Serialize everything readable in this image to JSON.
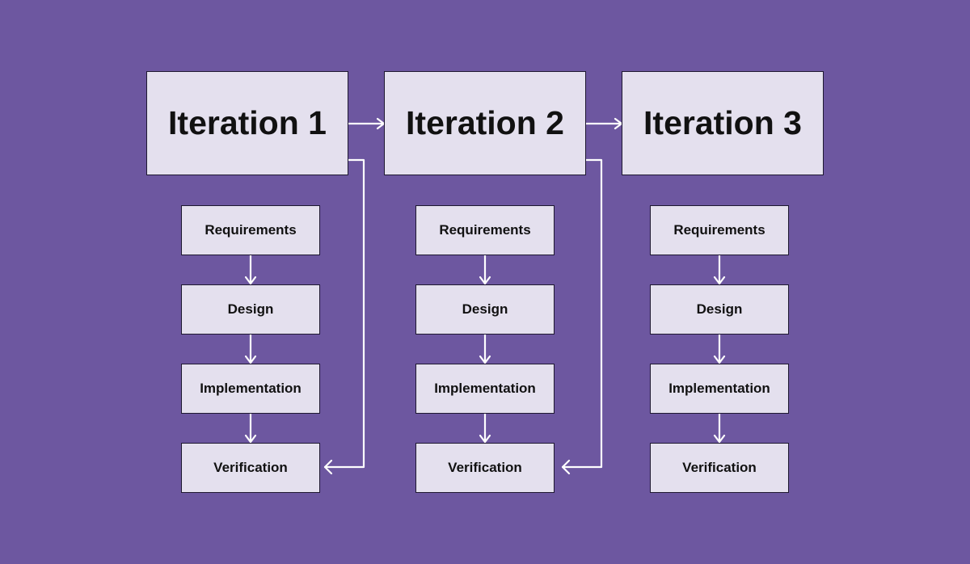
{
  "colors": {
    "background": "#6d57a0",
    "box_fill": "#e4e0ee",
    "box_border": "#1e1830",
    "arrow": "#ffffff",
    "text": "#111111"
  },
  "iterations": [
    {
      "title": "Iteration 1",
      "steps": [
        "Requirements",
        "Design",
        "Implementation",
        "Verification"
      ]
    },
    {
      "title": "Iteration 2",
      "steps": [
        "Requirements",
        "Design",
        "Implementation",
        "Verification"
      ]
    },
    {
      "title": "Iteration 3",
      "steps": [
        "Requirements",
        "Design",
        "Implementation",
        "Verification"
      ]
    }
  ]
}
